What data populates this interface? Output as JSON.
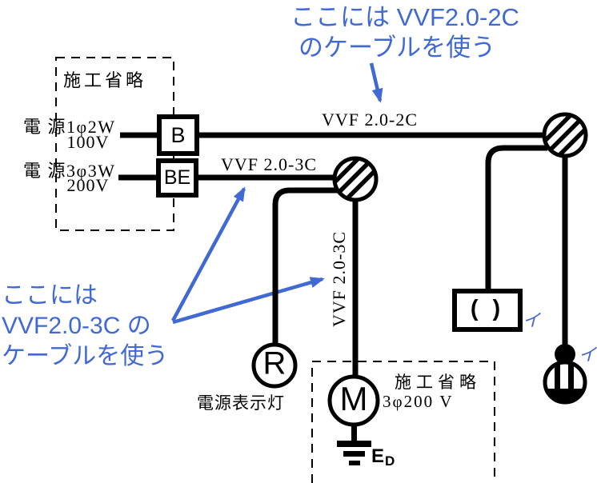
{
  "diagram": {
    "colors": {
      "annotation_blue": "#4169d4",
      "line_black": "#000000"
    },
    "top_note": {
      "line1": "ここには VVF2.0-2C",
      "line2": "のケーブルを使う"
    },
    "bottom_note": {
      "line1": "ここには",
      "line2": "VVF2.0-3C の",
      "line3": "ケーブルを使う"
    },
    "cable_labels": {
      "top": "VVF 2.0-2C",
      "middle": "VVF 2.0-3C",
      "vertical": "VVF 2.0-3C"
    },
    "source_panel": {
      "title": "施工省略",
      "source1_name": "電 源1φ2W",
      "source1_voltage": "100V",
      "breaker1": "B",
      "source2_name": "電 源3φ3W",
      "source2_voltage": "200V",
      "breaker2": "BE"
    },
    "lamp": {
      "letter": "R",
      "caption": "電源表示灯"
    },
    "motor_panel": {
      "title": "施工省略",
      "spec": "3φ200 V",
      "motor_letter": "M",
      "earth_main": "E",
      "earth_sub": "D"
    },
    "rosette": {
      "symbol": "( )",
      "mark": "イ"
    },
    "pendant": {
      "mark": "イ"
    }
  }
}
